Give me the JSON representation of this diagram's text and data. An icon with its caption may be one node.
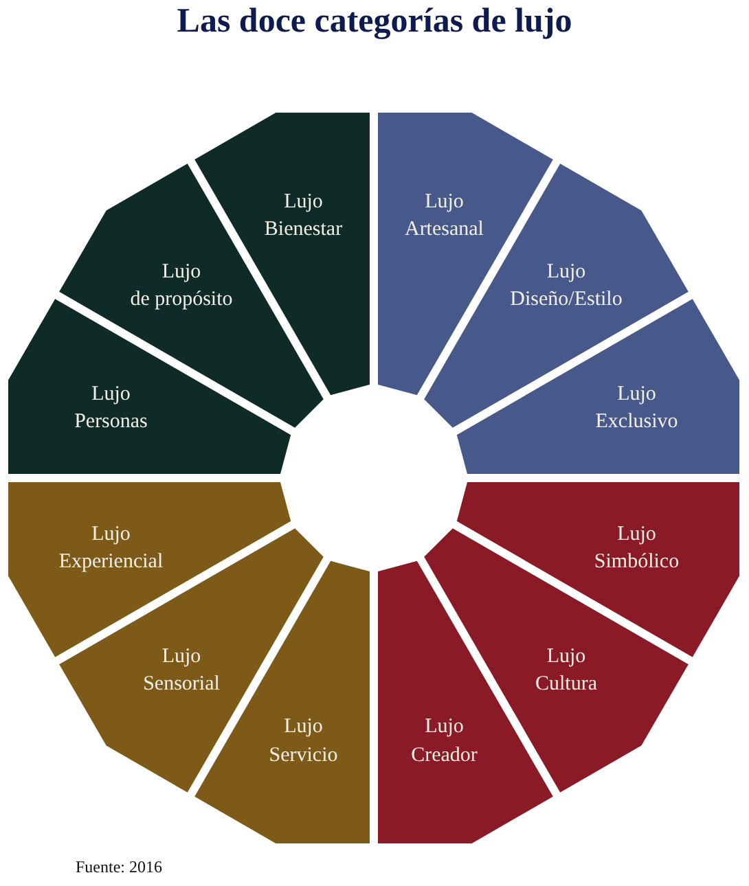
{
  "diagram": {
    "title": "Las doce categorías de lujo",
    "nodes": [
      {
        "text": [
          "Lujo Artesanal"
        ]
      },
      {
        "text": [
          "Lujo Diseño/Estilo"
        ]
      },
      {
        "text": [
          "Lujo Exclusivo"
        ]
      },
      {
        "text": [
          "Lujo Simbólico"
        ]
      },
      {
        "text": [
          "Lujo Cultura"
        ]
      },
      {
        "text": [
          "Lujo Creador"
        ]
      },
      {
        "text": [
          "Lujo Servicio"
        ]
      },
      {
        "text": [
          "Lujo Sensorial"
        ]
      },
      {
        "text": [
          "Lujo Experiencial"
        ]
      },
      {
        "text": [
          "Lujo Personas"
        ]
      },
      {
        "text": [
          "Lujo de propósito"
        ]
      },
      {
        "text": [
          "Lujo Bienestar"
        ]
      }
    ],
    "caption": "Fuente: 2016"
  }
}
